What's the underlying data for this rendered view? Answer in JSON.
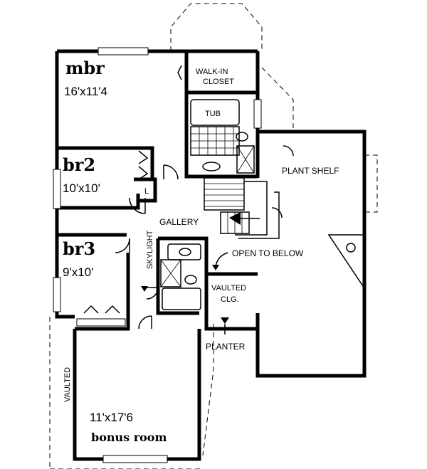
{
  "rooms": {
    "mbr": {
      "name": "mbr",
      "size": "16'x11'4"
    },
    "br2": {
      "name": "br2",
      "size": "10'x10'"
    },
    "br3": {
      "name": "br3",
      "size": "9'x10'"
    },
    "bonus": {
      "size": "11'x17'6",
      "name": "bonus room"
    }
  },
  "labels": {
    "walk_in_line1": "WALK-IN",
    "walk_in_line2": "CLOSET",
    "tub": "TUB",
    "plant_shelf": "PLANT SHELF",
    "gallery": "GALLERY",
    "skylight": "SKYLIGHT",
    "open_to_below": "OPEN TO BELOW",
    "vaulted_clg_line1": "VAULTED",
    "vaulted_clg_line2": "CLG.",
    "planter": "PLANTER",
    "vaulted": "VAULTED",
    "linen": "L"
  }
}
